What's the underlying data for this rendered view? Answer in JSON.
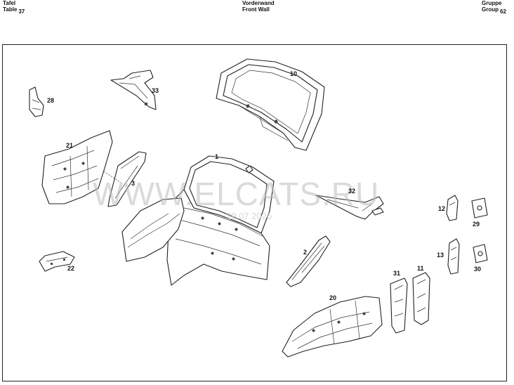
{
  "header": {
    "left_line1": "Tafel",
    "left_line2": "Table",
    "table_number": "37",
    "center_line1": "Vorderwand",
    "center_line2": "Front Wall",
    "right_line1": "Gruppe",
    "right_line2": "Group",
    "group_number": "62"
  },
  "watermark": {
    "text": "WWW.ELCATS.RU",
    "date": "29.07.2026"
  },
  "callouts": {
    "p1": "1",
    "p2": "2",
    "p3": "3",
    "p10": "10",
    "p11": "11",
    "p12": "12",
    "p13": "13",
    "p20": "20",
    "p21": "21",
    "p22": "22",
    "p28": "28",
    "p29": "29",
    "p30": "30",
    "p31": "31",
    "p32": "32",
    "p33": "33"
  }
}
